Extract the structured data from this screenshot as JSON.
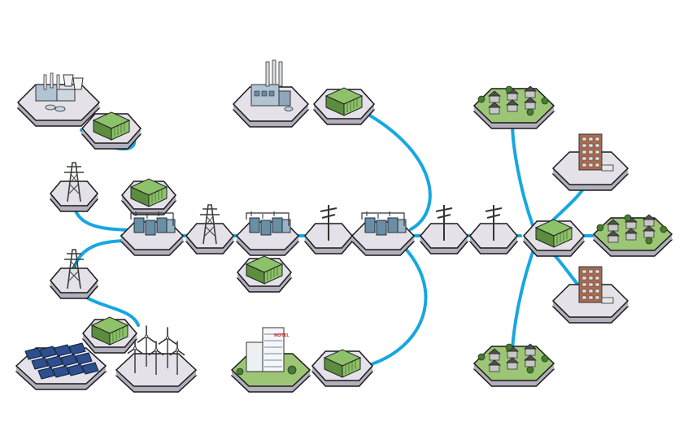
{
  "diagram": {
    "signs": {
      "hotel": "HOTEL"
    },
    "colors": {
      "line": "#17a7e2",
      "tile_top": "#e4e1e9",
      "tile_side": "#b3afbd",
      "tile_border": "#1a1a1a",
      "grass": "#9cc676",
      "container": "#8dc26a",
      "container_dark": "#5c8d3f",
      "transformer": "#6a8fa5",
      "building": "#b1c4d4",
      "apartment": "#a86b52",
      "solar": "#2d4f8e",
      "turbine": "#f0f0f0",
      "tower": "#3a3f3a",
      "tree": "#497a36"
    },
    "nodes": [
      {
        "id": "coal-plant",
        "icon": "power-plant-icon"
      },
      {
        "id": "container-1",
        "icon": "container-icon"
      },
      {
        "id": "pylon-1",
        "icon": "transmission-tower-icon"
      },
      {
        "id": "pylon-2",
        "icon": "transmission-tower-icon"
      },
      {
        "id": "container-2",
        "icon": "container-icon"
      },
      {
        "id": "substation-1",
        "icon": "substation-icon"
      },
      {
        "id": "pylon-3",
        "icon": "transmission-tower-icon"
      },
      {
        "id": "substation-2",
        "icon": "substation-icon"
      },
      {
        "id": "container-3",
        "icon": "container-icon"
      },
      {
        "id": "pole-1",
        "icon": "utility-pole-icon"
      },
      {
        "id": "substation-3",
        "icon": "substation-icon"
      },
      {
        "id": "pole-2",
        "icon": "utility-pole-icon"
      },
      {
        "id": "pole-3",
        "icon": "utility-pole-icon"
      },
      {
        "id": "factory",
        "icon": "factory-icon"
      },
      {
        "id": "container-4",
        "icon": "container-icon"
      },
      {
        "id": "solar-farm",
        "icon": "solar-panel-icon"
      },
      {
        "id": "container-5",
        "icon": "container-icon"
      },
      {
        "id": "wind-farm",
        "icon": "wind-turbine-icon"
      },
      {
        "id": "hotel",
        "icon": "hotel-icon"
      },
      {
        "id": "container-6",
        "icon": "container-icon"
      },
      {
        "id": "neighborhood-1",
        "icon": "houses-icon"
      },
      {
        "id": "apartment-1",
        "icon": "apartment-icon"
      },
      {
        "id": "container-hub",
        "icon": "container-icon"
      },
      {
        "id": "neighborhood-2",
        "icon": "houses-icon"
      },
      {
        "id": "apartment-2",
        "icon": "apartment-icon"
      },
      {
        "id": "neighborhood-3",
        "icon": "houses-icon"
      }
    ]
  }
}
